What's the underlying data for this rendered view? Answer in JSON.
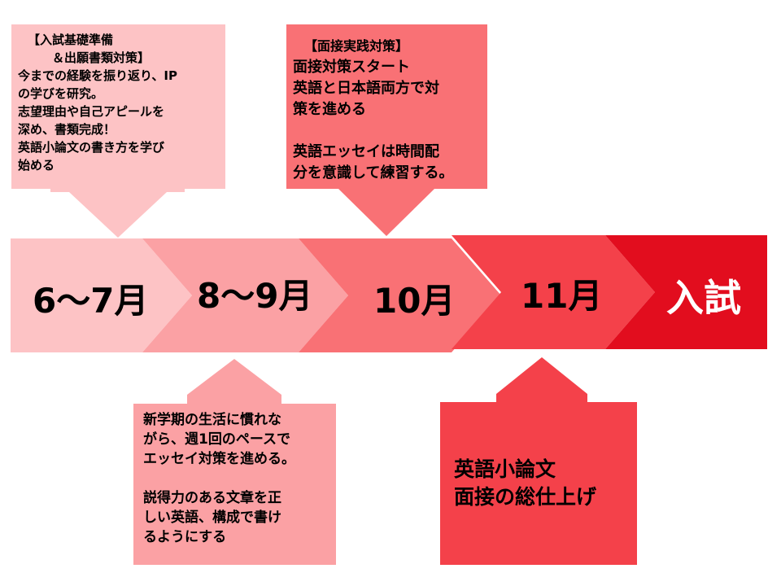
{
  "stages": [
    {
      "label": "6～7月",
      "color": "#FDC3C5"
    },
    {
      "label": "8～9月",
      "color": "#FBA1A4"
    },
    {
      "label": "10月",
      "color": "#F97175"
    },
    {
      "label": "11月",
      "color": "#F4414A"
    },
    {
      "label": "入試",
      "color": "#E20D1E",
      "text_color": "#FFFFFF"
    }
  ],
  "callouts": {
    "c1": {
      "color": "#FDC3C5",
      "lines": [
        "【入試基礎準備",
        "＆出願書類対策】",
        "今までの経験を振り返り、IP",
        "の学びを研究。",
        "志望理由や自己アピールを",
        "深め、書類完成！",
        "英語小論文の書き方を学び",
        "始める"
      ]
    },
    "c2": {
      "color": "#FBA1A4",
      "lines": [
        "新学期の生活に慣れな",
        "がら、週1回のペースで",
        "エッセイ対策を進める。",
        "",
        "説得力のある文章を正",
        "しい英語、構成で書け",
        "るようにする"
      ]
    },
    "c3": {
      "color": "#F97175",
      "lines": [
        "【面接実践対策】",
        "面接対策スタート",
        "英語と日本語両方で対",
        "策を進める",
        "",
        "英語エッセイは時間配",
        "分を意識して練習する。"
      ]
    },
    "c4": {
      "color": "#F4414A",
      "lines": [
        "英語小論文",
        "面接の総仕上げ"
      ]
    }
  }
}
